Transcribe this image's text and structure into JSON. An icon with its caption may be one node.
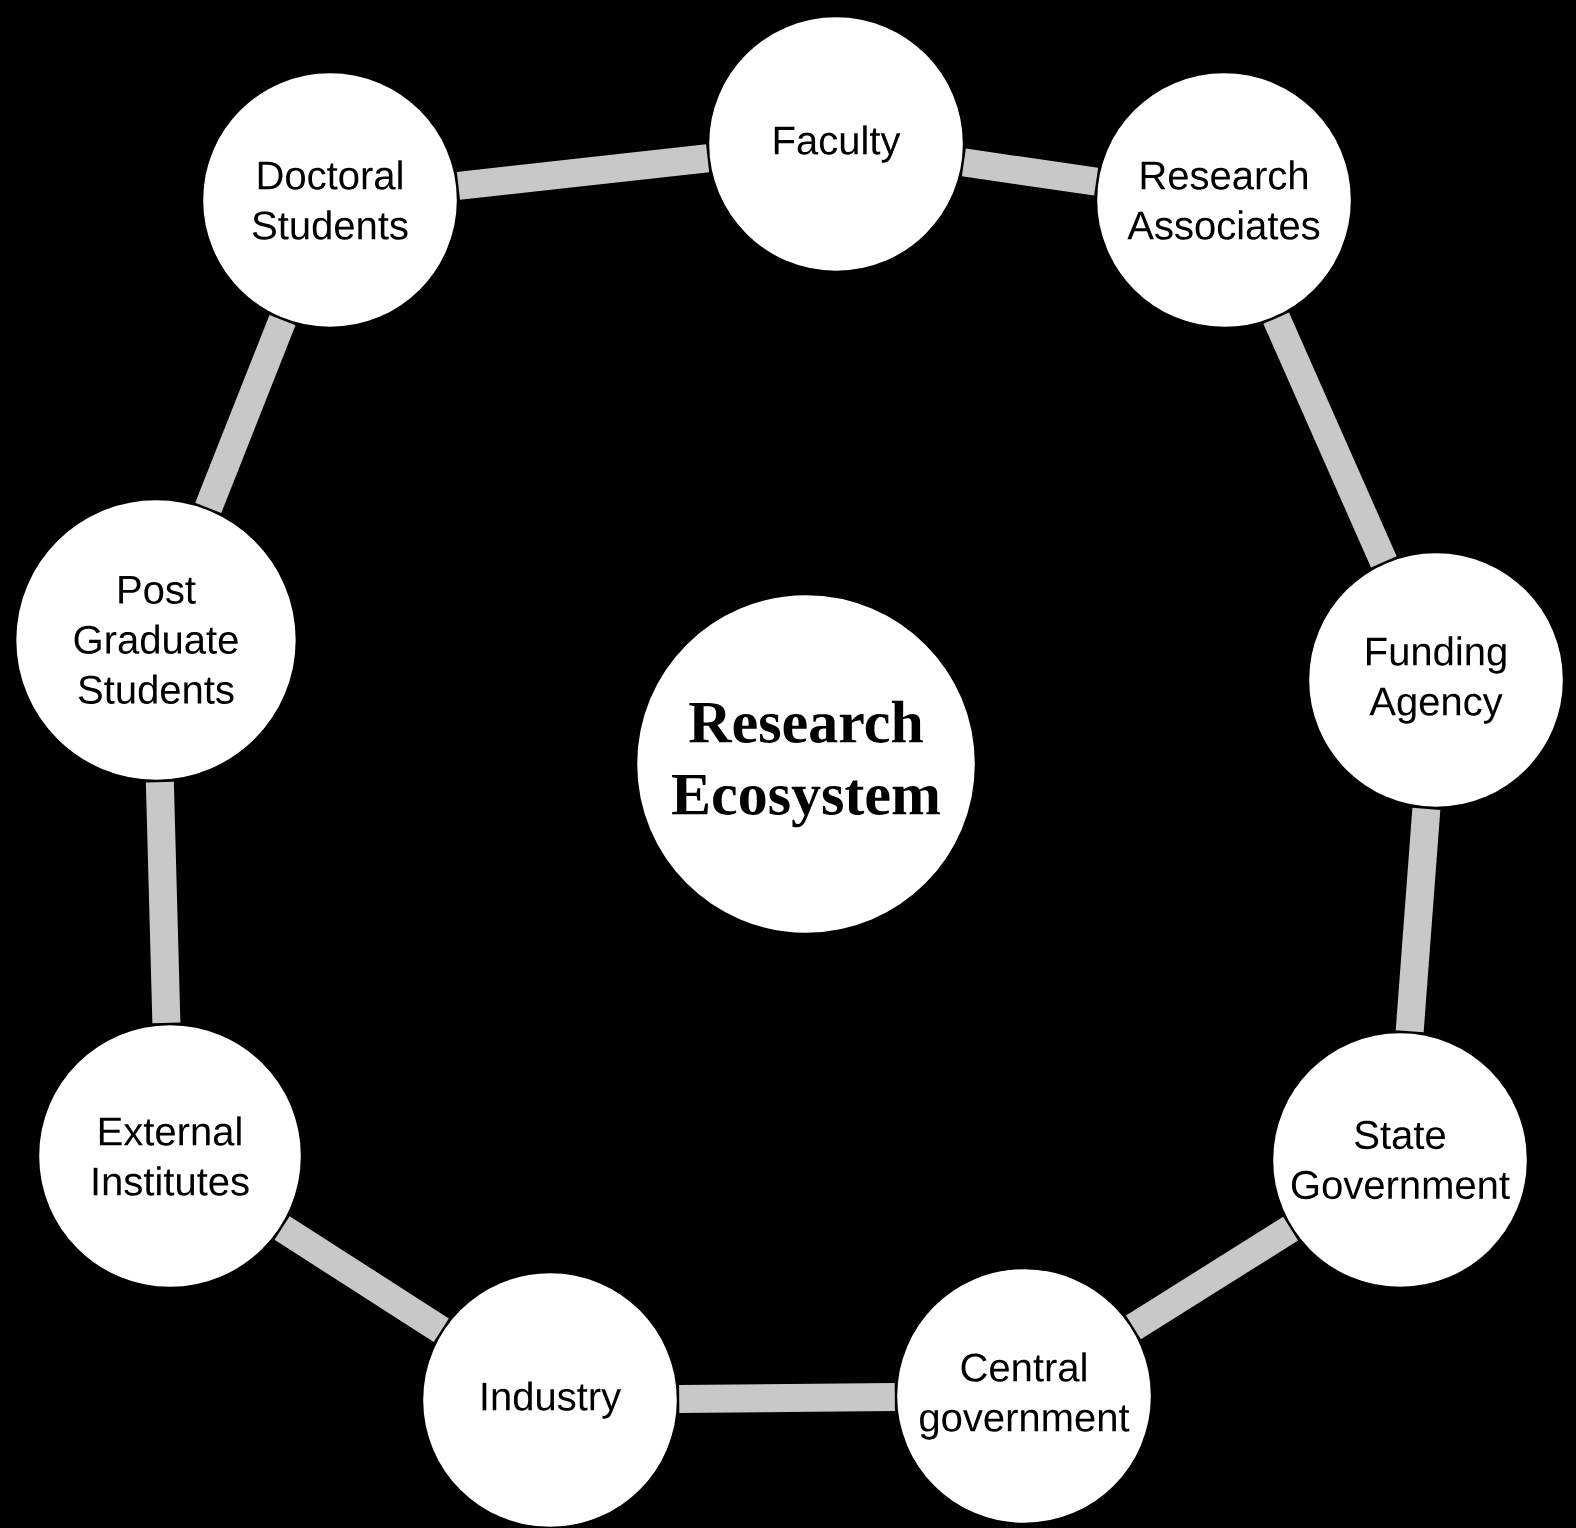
{
  "diagram": {
    "nodes": [
      {
        "text": [
          "Research Ecosystem"
        ]
      },
      {
        "text": [
          "Faculty"
        ]
      },
      {
        "text": [
          "Research Associates"
        ]
      },
      {
        "text": [
          "Funding Agency"
        ]
      },
      {
        "text": [
          "State Government"
        ]
      },
      {
        "text": [
          "Central government"
        ]
      },
      {
        "text": [
          "Industry"
        ]
      },
      {
        "text": [
          "External Institutes"
        ]
      },
      {
        "text": [
          "Post Graduate Students"
        ]
      },
      {
        "text": [
          "Doctoral Students"
        ]
      }
    ],
    "edges": [
      {
        "from": 1,
        "to": 2,
        "arrow": "none"
      },
      {
        "from": 2,
        "to": 3,
        "arrow": "none"
      },
      {
        "from": 3,
        "to": 4,
        "arrow": "none"
      },
      {
        "from": 4,
        "to": 5,
        "arrow": "none"
      },
      {
        "from": 5,
        "to": 6,
        "arrow": "none"
      },
      {
        "from": 6,
        "to": 7,
        "arrow": "none"
      },
      {
        "from": 7,
        "to": 8,
        "arrow": "none"
      },
      {
        "from": 8,
        "to": 9,
        "arrow": "none"
      },
      {
        "from": 9,
        "to": 1,
        "arrow": "none"
      }
    ]
  }
}
